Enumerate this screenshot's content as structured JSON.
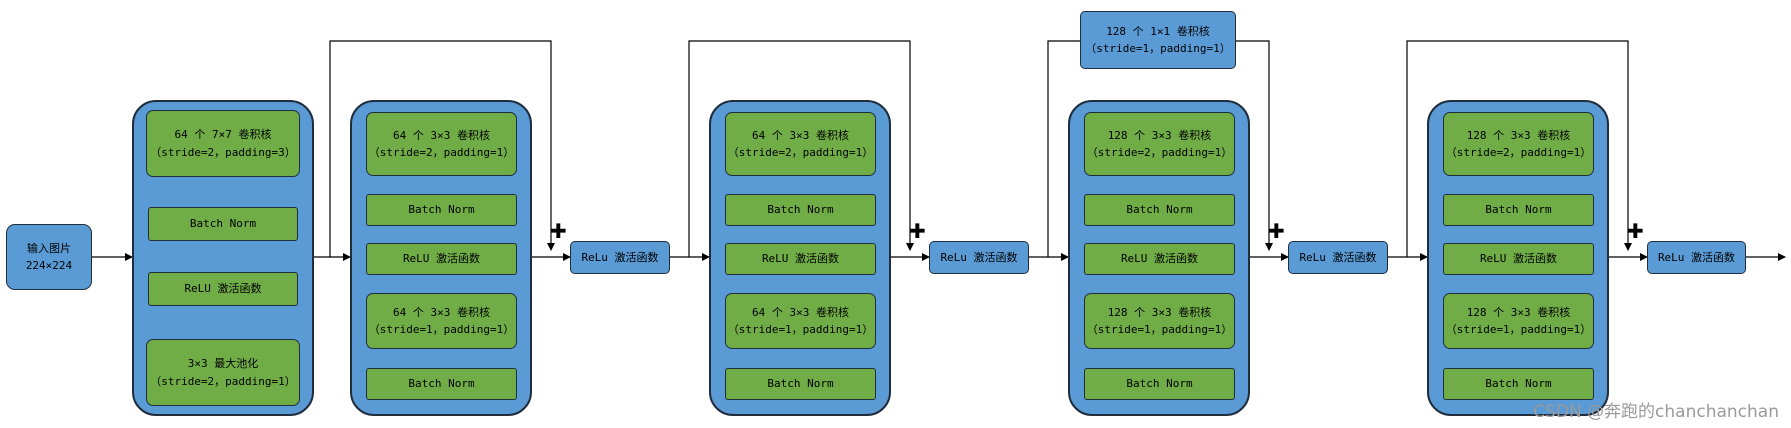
{
  "input_block": {
    "line1": "输入图片",
    "line2": "224×224"
  },
  "stem": {
    "conv": {
      "line1": "64 个 7×7 卷积核",
      "line2": "（stride=2，padding=3）"
    },
    "bn": "Batch Norm",
    "relu": "ReLU 激活函数",
    "pool": {
      "line1": "3×3 最大池化",
      "line2": "（stride=2，padding=1）"
    }
  },
  "blocks": [
    {
      "conv1": {
        "line1": "64 个 3×3 卷积核",
        "line2": "（stride=2，padding=1）"
      },
      "bn1": "Batch Norm",
      "relu": "ReLU 激活函数",
      "conv2": {
        "line1": "64 个 3×3 卷积核",
        "line2": "（stride=1，padding=1）"
      },
      "bn2": "Batch Norm",
      "out_relu": "ReLu 激活函数",
      "add_symbol": "✚"
    },
    {
      "conv1": {
        "line1": "64 个 3×3 卷积核",
        "line2": "（stride=2，padding=1）"
      },
      "bn1": "Batch Norm",
      "relu": "ReLU 激活函数",
      "conv2": {
        "line1": "64 个 3×3 卷积核",
        "line2": "（stride=1，padding=1）"
      },
      "bn2": "Batch Norm",
      "out_relu": "ReLu 激活函数",
      "add_symbol": "✚"
    },
    {
      "shortcut": {
        "line1": "128 个 1×1 卷积核",
        "line2": "（stride=1，padding=1）"
      },
      "conv1": {
        "line1": "128 个 3×3 卷积核",
        "line2": "（stride=2，padding=1）"
      },
      "bn1": "Batch Norm",
      "relu": "ReLU 激活函数",
      "conv2": {
        "line1": "128 个 3×3 卷积核",
        "line2": "（stride=1，padding=1）"
      },
      "bn2": "Batch Norm",
      "out_relu": "ReLu 激活函数",
      "add_symbol": "✚"
    },
    {
      "conv1": {
        "line1": "128 个 3×3 卷积核",
        "line2": "（stride=2，padding=1）"
      },
      "bn1": "Batch Norm",
      "relu": "ReLU 激活函数",
      "conv2": {
        "line1": "128 个 3×3 卷积核",
        "line2": "（stride=1，padding=1）"
      },
      "bn2": "Batch Norm",
      "out_relu": "ReLu 激活函数",
      "add_symbol": "✚"
    }
  ],
  "watermark": "CSDN @奔跑的chanchanchan",
  "colors": {
    "block_fill": "#5b9bd5",
    "layer_fill": "#70ad47",
    "stroke": "#1f2d3d",
    "arrow": "#000000"
  }
}
